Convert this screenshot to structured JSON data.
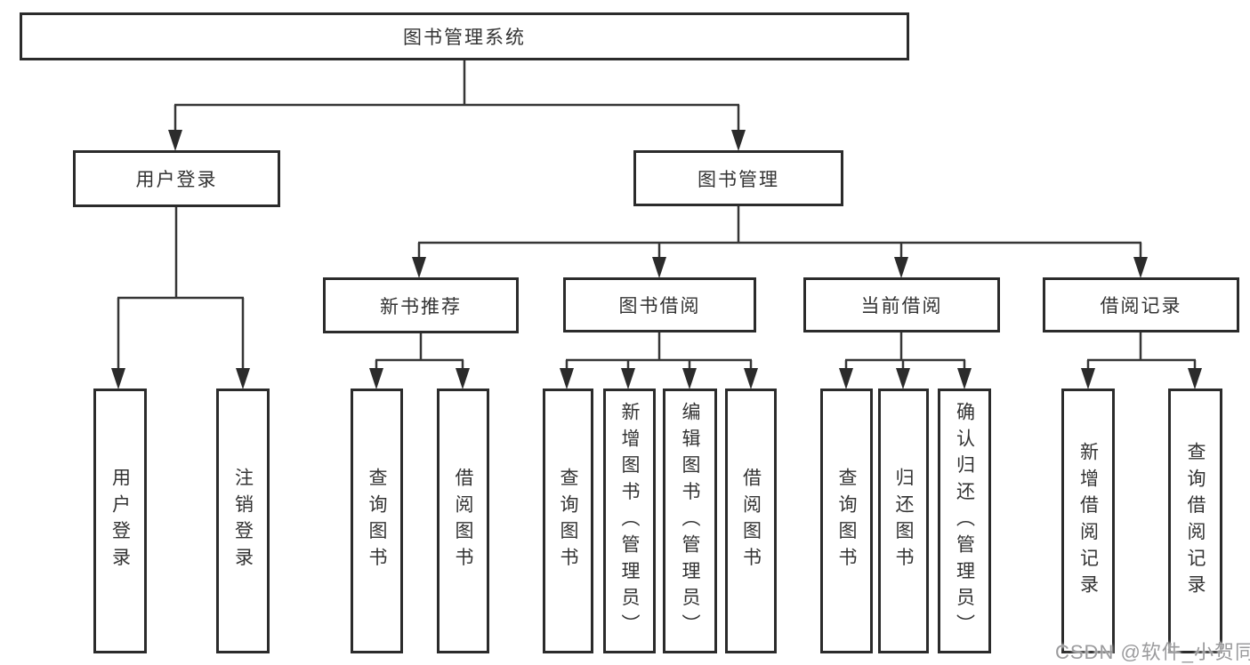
{
  "tree": {
    "root": {
      "label": "图书管理系统",
      "children": [
        {
          "label": "用户登录",
          "children": [
            {
              "label": "用户登录"
            },
            {
              "label": "注销登录"
            }
          ]
        },
        {
          "label": "图书管理",
          "children": [
            {
              "label": "新书推荐",
              "children": [
                {
                  "label": "查询图书"
                },
                {
                  "label": "借阅图书"
                }
              ]
            },
            {
              "label": "图书借阅",
              "children": [
                {
                  "label": "查询图书"
                },
                {
                  "label": "新增图书（管理员）"
                },
                {
                  "label": "编辑图书（管理员）"
                },
                {
                  "label": "借阅图书"
                }
              ]
            },
            {
              "label": "当前借阅",
              "children": [
                {
                  "label": "查询图书"
                },
                {
                  "label": "归还图书"
                },
                {
                  "label": "确认归还（管理员）"
                }
              ]
            },
            {
              "label": "借阅记录",
              "children": [
                {
                  "label": "新增借阅记录"
                },
                {
                  "label": "查询借阅记录"
                }
              ]
            }
          ]
        }
      ]
    }
  },
  "watermark": "CSDN @软件_小贺同学",
  "colors": {
    "line": "#363636",
    "box_border": "#2b2b2b",
    "text": "#333333",
    "watermark": "#9b9b9d",
    "background": "#ffffff"
  }
}
